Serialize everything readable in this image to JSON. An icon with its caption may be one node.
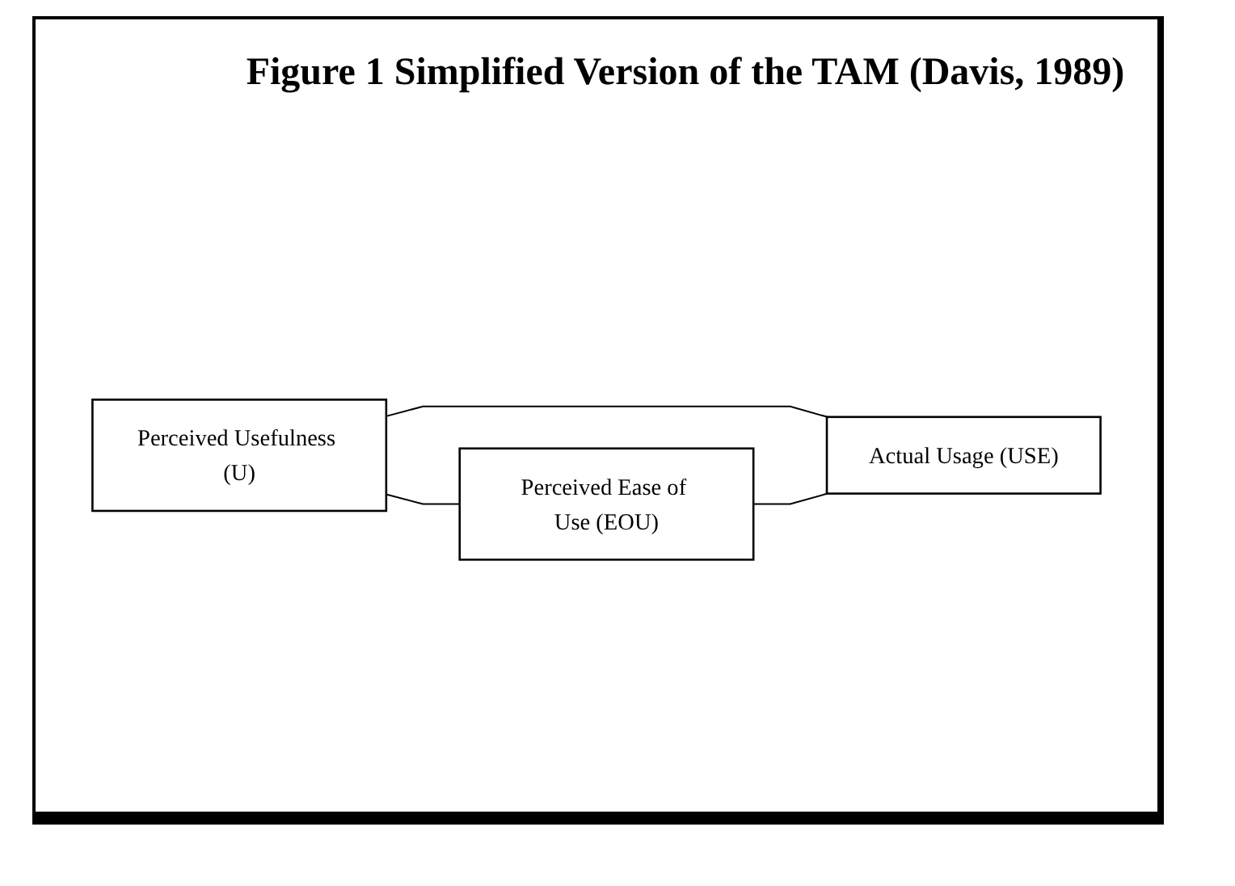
{
  "diagram": {
    "title": "Figure 1 Simplified Version of the TAM (Davis, 1989)",
    "nodes": [
      {
        "text": [
          "Perceived Usefulness (U)"
        ]
      },
      {
        "text": [
          "Actual Usage (USE)"
        ]
      },
      {
        "text": [
          "Perceived Ease of Use (EOU)"
        ]
      }
    ],
    "edges": [
      {
        "from": 0,
        "to": 1,
        "arrow": "none"
      },
      {
        "from": 0,
        "to": 2,
        "arrow": "none"
      },
      {
        "from": 2,
        "to": 1,
        "arrow": "none"
      }
    ]
  }
}
